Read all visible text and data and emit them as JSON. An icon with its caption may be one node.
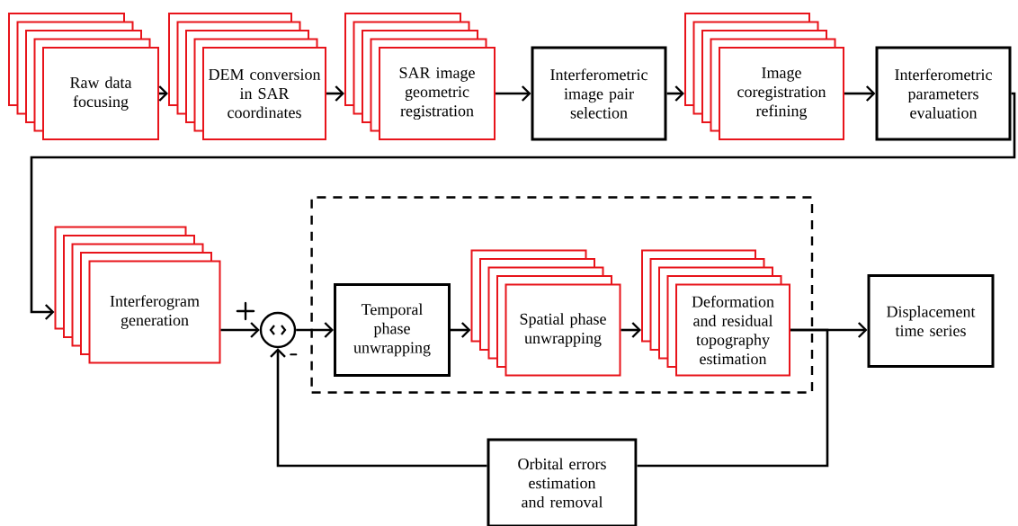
{
  "diagram": {
    "nodes": [
      {
        "text": [
          "Raw data focusing"
        ]
      },
      {
        "text": [
          "DEM conversion in SAR coordinates"
        ]
      },
      {
        "text": [
          "SAR image geometric registration"
        ]
      },
      {
        "text": [
          "Interferometric image pair selection"
        ]
      },
      {
        "text": [
          "Image coregistration refining"
        ]
      },
      {
        "text": [
          "Interferometric parameters evaluation"
        ]
      },
      {
        "text": [
          "Interferogram generation"
        ]
      },
      {
        "text": [],
        "shape": "circle"
      },
      {
        "text": [],
        "shape": "box"
      },
      {
        "text": [
          "Temporal phase unwrapping"
        ],
        "in": 8
      },
      {
        "text": [
          "Spatial phase unwrapping"
        ],
        "in": 8
      },
      {
        "text": [
          "Deformation and residual topography estimation"
        ],
        "in": 8
      },
      {
        "text": [
          "Displacement time series"
        ]
      },
      {
        "text": [
          "Orbital errors estimation and removal"
        ]
      }
    ],
    "edges": [
      {
        "from": 0,
        "to": 1,
        "arrow": "to"
      },
      {
        "from": 1,
        "to": 2,
        "arrow": "to"
      },
      {
        "from": 2,
        "to": 3,
        "arrow": "to"
      },
      {
        "from": 3,
        "to": 4,
        "arrow": "to"
      },
      {
        "from": 4,
        "to": 5,
        "arrow": "to"
      },
      {
        "from": 5,
        "to": 6,
        "arrow": "to"
      },
      {
        "from": 6,
        "to": 7,
        "arrow": "to",
        "label": "+"
      },
      {
        "from": 7,
        "to": 9,
        "arrow": "to"
      },
      {
        "from": 9,
        "to": 10,
        "arrow": "to"
      },
      {
        "from": 10,
        "to": 11,
        "arrow": "to"
      },
      {
        "from": 11,
        "to": 12,
        "arrow": "to"
      },
      {
        "from": 11,
        "to": 13,
        "arrow": "none"
      },
      {
        "from": 13,
        "to": 7,
        "arrow": "to",
        "label": "-"
      }
    ]
  }
}
